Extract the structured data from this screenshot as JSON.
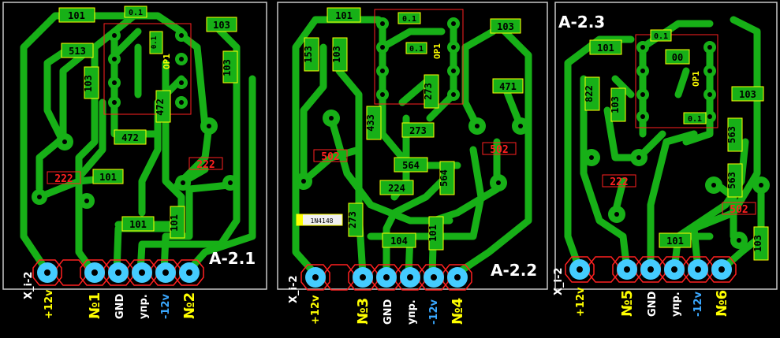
{
  "boards": [
    {
      "title": "A-2.1",
      "connector": "X_i-2",
      "pins": [
        "+12v",
        "№1",
        "GND",
        "упр.",
        "-12v",
        "№2"
      ],
      "components": [
        "101",
        "0.1",
        "103",
        "513",
        "0.1",
        "103",
        "103",
        "472",
        "472",
        "101",
        "101",
        "101",
        "OP1"
      ],
      "red_labels": [
        "222",
        "222"
      ]
    },
    {
      "title": "A-2.2",
      "connector": "X_i-2",
      "pins": [
        "+12v",
        "№3",
        "GND",
        "упр.",
        "-12v",
        "№4"
      ],
      "components": [
        "101",
        "0.1",
        "103",
        "153",
        "103",
        "0.1",
        "433",
        "273",
        "273",
        "564",
        "224",
        "564",
        "471",
        "273",
        "104",
        "101",
        "OP1",
        "1N4148"
      ],
      "red_labels": [
        "502",
        "502"
      ]
    },
    {
      "title": "A-2.3",
      "connector": "X_i-2",
      "pins": [
        "+12v",
        "№5",
        "GND",
        "упр.",
        "-12v",
        "№6"
      ],
      "components": [
        "0.1",
        "101",
        "00",
        "822",
        "103",
        "103",
        "0.1",
        "563",
        "563",
        "101",
        "103",
        "OP1"
      ],
      "red_labels": [
        "222",
        "502"
      ]
    }
  ],
  "colors": {
    "trace": "#17b017",
    "pad": "#44ccff",
    "silk_yellow": "#ffff00",
    "silk_red": "#ff2020",
    "outline": "#c8c8c8"
  }
}
